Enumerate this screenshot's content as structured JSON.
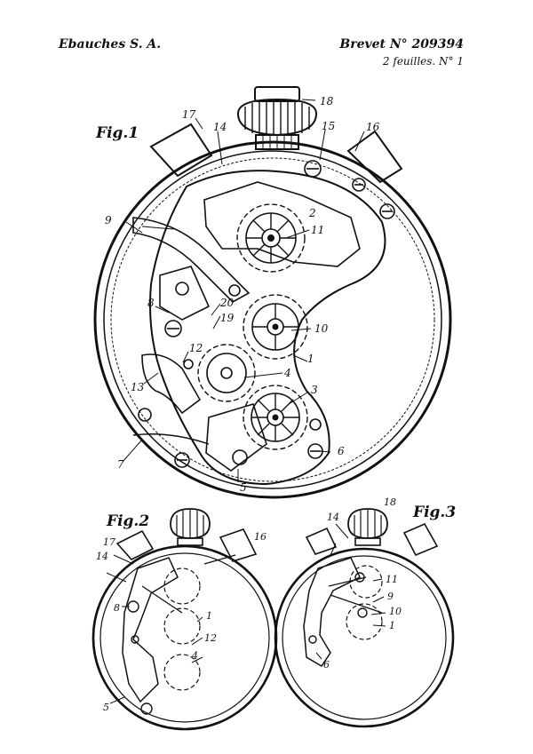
{
  "header": {
    "company": "Ebauches S. A.",
    "patent": "Brevet N° 209394",
    "sheets": "2 feuilles. N° 1"
  },
  "figures": {
    "fig1": {
      "title": "Fig.1",
      "labels": [
        "18",
        "17",
        "14",
        "15",
        "16",
        "2",
        "11",
        "9",
        "8",
        "20",
        "19",
        "10",
        "12",
        "1",
        "13",
        "4",
        "3",
        "6",
        "7",
        "5"
      ]
    },
    "fig2": {
      "title": "Fig.2",
      "labels": [
        "17",
        "16",
        "14",
        "8",
        "1",
        "12",
        "4",
        "5"
      ]
    },
    "fig3": {
      "title": "Fig.3",
      "labels": [
        "18",
        "14",
        "11",
        "9",
        "10",
        "1",
        "6"
      ]
    }
  }
}
